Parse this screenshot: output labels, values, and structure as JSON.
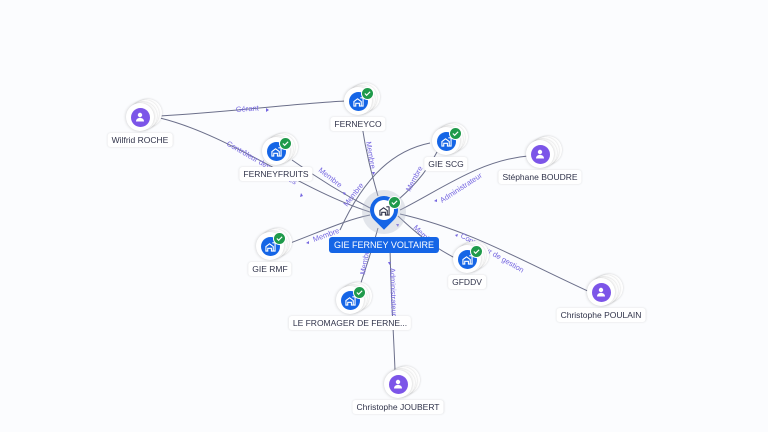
{
  "central": {
    "label": "GIE FERNEY VOLTAIRE",
    "type": "company",
    "verified": true
  },
  "nodes": [
    {
      "id": "wilfrid",
      "label": "Wilfrid ROCHE",
      "type": "person",
      "verified": false
    },
    {
      "id": "ferneyco",
      "label": "FERNEYCO",
      "type": "company",
      "verified": true
    },
    {
      "id": "ferneyfruits",
      "label": "FERNEYFRUITS",
      "type": "company",
      "verified": true
    },
    {
      "id": "giescg",
      "label": "GIE SCG",
      "type": "company",
      "verified": true
    },
    {
      "id": "stephane",
      "label": "Stéphane BOUDRE",
      "type": "person",
      "verified": false
    },
    {
      "id": "giermf",
      "label": "GIE RMF",
      "type": "company",
      "verified": true
    },
    {
      "id": "gfddv",
      "label": "GFDDV",
      "type": "company",
      "verified": true
    },
    {
      "id": "poulain",
      "label": "Christophe POULAIN",
      "type": "person",
      "verified": false
    },
    {
      "id": "fromager",
      "label": "LE FROMAGER DE FERNE...",
      "type": "company",
      "verified": true
    },
    {
      "id": "joubert",
      "label": "Christophe JOUBERT",
      "type": "person",
      "verified": false
    }
  ],
  "edges": [
    {
      "from": "wilfrid",
      "to": "ferneyco",
      "label": "Gérant"
    },
    {
      "from": "wilfrid",
      "to": "central",
      "label": "Contrôleur des comptes"
    },
    {
      "from": "ferneyco",
      "to": "central",
      "label": "Membre"
    },
    {
      "from": "ferneyfruits",
      "to": "central",
      "label": "Membre"
    },
    {
      "from": "giescg",
      "to": "central",
      "label": "Membre"
    },
    {
      "from": "giescg",
      "to": "central",
      "label": "Membre"
    },
    {
      "from": "stephane",
      "to": "central",
      "label": "Administrateur"
    },
    {
      "from": "giermf",
      "to": "central",
      "label": "Membre"
    },
    {
      "from": "gfddv",
      "to": "central",
      "label": "Membre"
    },
    {
      "from": "poulain",
      "to": "central",
      "label": "Contrôleur de gestion"
    },
    {
      "from": "fromager",
      "to": "central",
      "label": "Membre"
    },
    {
      "from": "joubert",
      "to": "central",
      "label": "Administrateur"
    }
  ],
  "colors": {
    "company": "#1565e6",
    "person": "#7c55e8",
    "verified": "#1f9a4a",
    "edge_label": "#7566e0"
  }
}
